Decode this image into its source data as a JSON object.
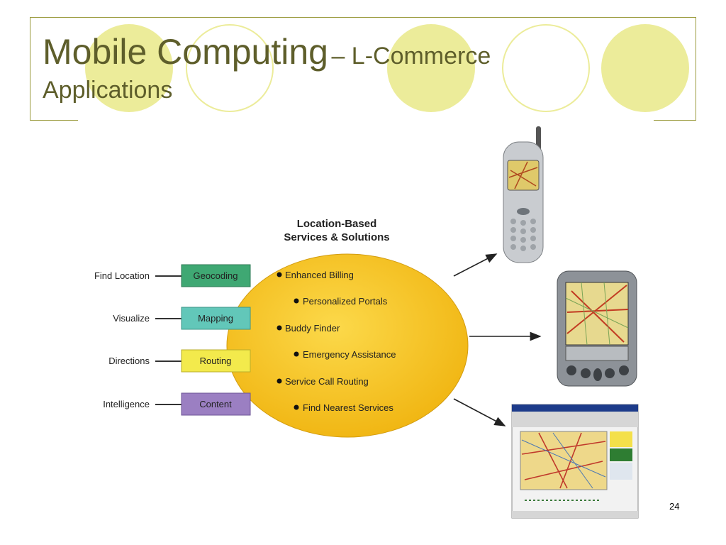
{
  "slide": {
    "title_main": "Mobile Computing",
    "title_sub": "– L-Commerce",
    "title_line2": "Applications",
    "page_number": "24"
  },
  "diagram": {
    "hub_title_line1": "Location-Based",
    "hub_title_line2": "Services & Solutions",
    "inputs": [
      {
        "label": "Find Location",
        "box": "Geocoding",
        "color": "#3fa873"
      },
      {
        "label": "Visualize",
        "box": "Mapping",
        "color": "#62c7b9"
      },
      {
        "label": "Directions",
        "box": "Routing",
        "color": "#f3ea4c"
      },
      {
        "label": "Intelligence",
        "box": "Content",
        "color": "#9b7fc2"
      }
    ],
    "services": [
      "Enhanced Billing",
      "Personalized Portals",
      "Buddy Finder",
      "Emergency Assistance",
      "Service Call Routing",
      "Find Nearest Services"
    ],
    "devices": [
      "mobile-phone",
      "pda",
      "web-browser"
    ],
    "hub_color": "#f6c520"
  }
}
